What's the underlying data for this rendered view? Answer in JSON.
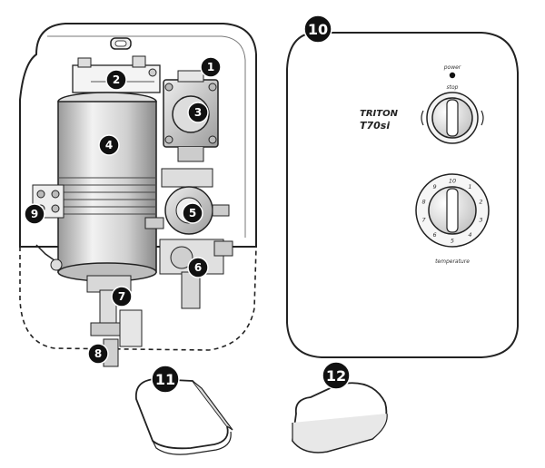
{
  "callouts": [
    {
      "id": "1",
      "label": "1"
    },
    {
      "id": "2",
      "label": "2"
    },
    {
      "id": "3",
      "label": "3"
    },
    {
      "id": "4",
      "label": "4"
    },
    {
      "id": "5",
      "label": "5"
    },
    {
      "id": "6",
      "label": "6"
    },
    {
      "id": "7",
      "label": "7"
    },
    {
      "id": "8",
      "label": "8"
    },
    {
      "id": "9",
      "label": "9"
    },
    {
      "id": "10",
      "label": "10"
    },
    {
      "id": "11",
      "label": "11"
    },
    {
      "id": "12",
      "label": "12"
    }
  ],
  "cover": {
    "brand": "TRITON",
    "model": "T70si",
    "power_label": "power",
    "stop_label": "stop",
    "temperature_label": "temperature",
    "temp_scale": [
      "10",
      "1",
      "2",
      "3",
      "4",
      "5",
      "6",
      "7",
      "8",
      "9"
    ]
  },
  "colors": {
    "badge": "#111111",
    "line": "#222222",
    "metal": "#cfcfcf"
  }
}
